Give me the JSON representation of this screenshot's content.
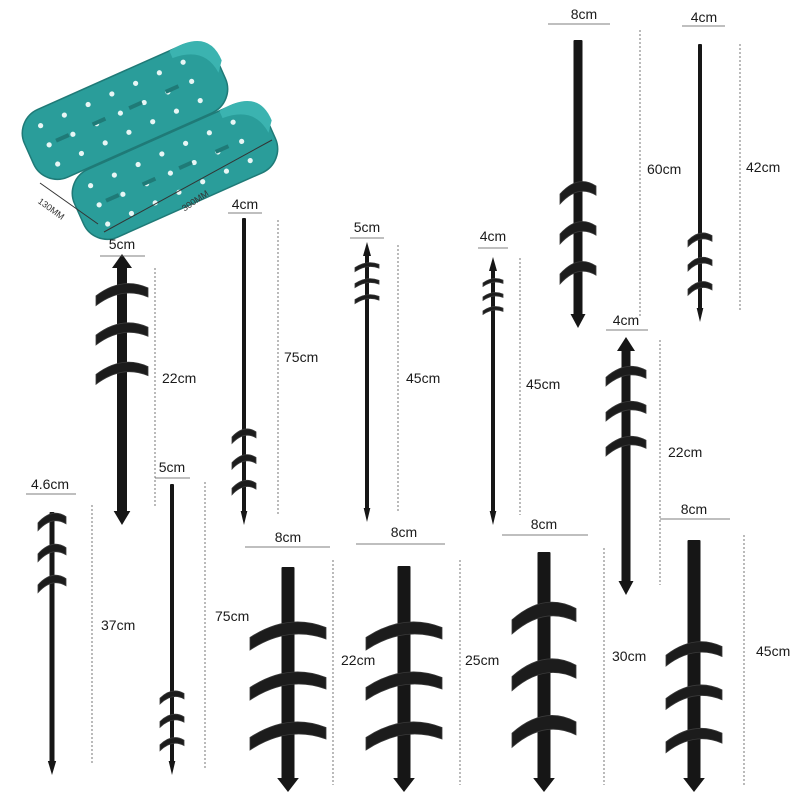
{
  "shoes": {
    "color": "#2a9d9a",
    "width_label": "130MM",
    "length_label": "300MM"
  },
  "augers": [
    {
      "id": "a1",
      "width": "5cm",
      "length": "22cm"
    },
    {
      "id": "a2",
      "width": "4cm",
      "length": "75cm"
    },
    {
      "id": "a3",
      "width": "5cm",
      "length": "45cm"
    },
    {
      "id": "a4",
      "width": "4cm",
      "length": "45cm"
    },
    {
      "id": "a5",
      "width": "8cm",
      "length": "60cm"
    },
    {
      "id": "a6",
      "width": "4cm",
      "length": "42cm"
    },
    {
      "id": "a7",
      "width": "4cm",
      "length": "22cm"
    },
    {
      "id": "a8",
      "width": "4.6cm",
      "length": "37cm"
    },
    {
      "id": "a9",
      "width": "5cm",
      "length": "75cm"
    },
    {
      "id": "a10",
      "width": "8cm",
      "length": "22cm"
    },
    {
      "id": "a11",
      "width": "8cm",
      "length": "25cm"
    },
    {
      "id": "a12",
      "width": "8cm",
      "length": "30cm"
    },
    {
      "id": "a13",
      "width": "8cm",
      "length": "45cm"
    }
  ]
}
